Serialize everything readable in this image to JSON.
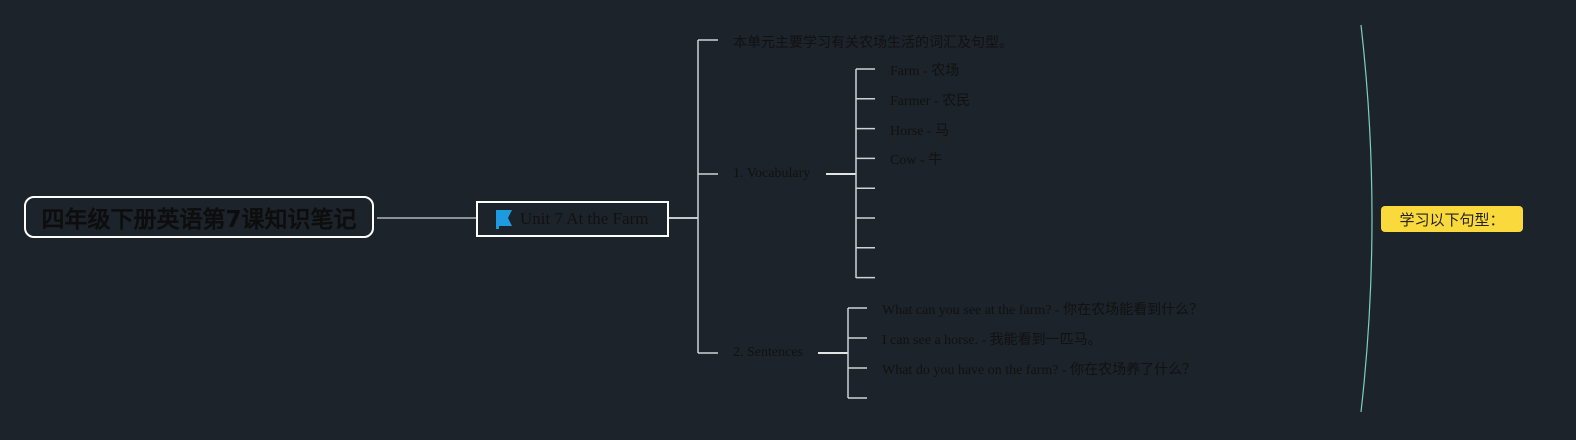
{
  "colors": {
    "background": "#1c232b",
    "connector": "#cfd3d7",
    "boundary": "#7ecfc0",
    "callout_fill": "#fad93d",
    "flag": "#1e9be0"
  },
  "root": {
    "label": "四年级下册英语第7课知识笔记"
  },
  "main_topic": {
    "label": "Unit 7 At the Farm",
    "icon": "flag-icon"
  },
  "intro": {
    "text": "本单元主要学习有关农场生活的词汇及句型。"
  },
  "vocabulary": {
    "label": "1. Vocabulary",
    "items": [
      "Farm - 农场",
      "Farmer - 农民",
      "Horse - 马",
      "Cow - 牛",
      "",
      "",
      "",
      ""
    ]
  },
  "sentences": {
    "label": "2. Sentences",
    "items": [
      "What can you see at the farm? - 你在农场能看到什么？",
      "I can see a horse. - 我能看到一匹马。",
      "What do you have on the farm? - 你在农场养了什么？",
      ""
    ]
  },
  "callout": {
    "label": "学习以下句型："
  }
}
